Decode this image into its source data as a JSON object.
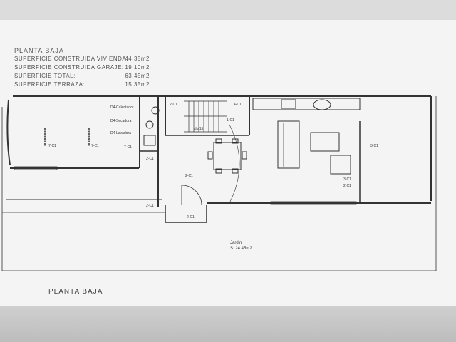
{
  "header": {
    "title": "PLANTA BAJA",
    "areas": [
      {
        "label": "SUPERFICIE CONSTRUIDA VIVIENDA:",
        "value": "44,35m2"
      },
      {
        "label": "SUPERFICIE CONSTRUIDA GARAJE:",
        "value": "19,10m2"
      },
      {
        "label": "SUPERFICIE TOTAL:",
        "value": "63,45m2"
      },
      {
        "label": "SUPERFICIE TERRAZA:",
        "value": "15,35m2"
      }
    ]
  },
  "plan": {
    "appliance_labels": [
      "D4-Calentador",
      "D4-Secadora",
      "D4-Lavadora"
    ],
    "circuit_labels": [
      "7-C1",
      "7-C1",
      "7-C1",
      "2-C1",
      "2-C1",
      "2-C1",
      "2-C1",
      "2-C1",
      "3-C1",
      "3-C1",
      "2-C1",
      "4-C1",
      "1-C1"
    ],
    "stair_label": "slb/15",
    "garden_label": "Jardin",
    "garden_area": "S: 24.45m2"
  },
  "footer": {
    "title": "PLANTA BAJA"
  },
  "colors": {
    "paper": "#f4f4f4",
    "ink": "#333333",
    "background": "#dcdcdc"
  }
}
